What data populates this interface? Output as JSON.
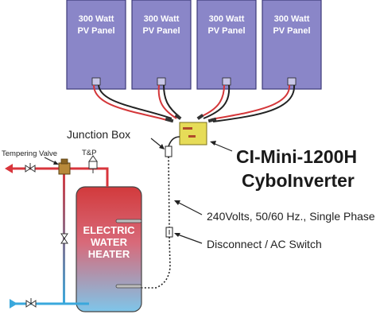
{
  "panels": [
    {
      "line1": "300 Watt",
      "line2": "PV Panel"
    },
    {
      "line1": "300 Watt",
      "line2": "PV Panel"
    },
    {
      "line1": "300 Watt",
      "line2": "PV Panel"
    },
    {
      "line1": "300 Watt",
      "line2": "PV Panel"
    }
  ],
  "labels": {
    "junction_box": "Junction Box",
    "model_line1": "CI-Mini-1200H",
    "model_line2": "CyboInverter",
    "voltage": "240Volts, 50/60 Hz., Single Phase",
    "disconnect": "Disconnect / AC Switch",
    "tempering_valve": "Tempering Valve",
    "tp_valve": "T&P",
    "heater_line1": "ELECTRIC",
    "heater_line2": "WATER",
    "heater_line3": "HEATER"
  },
  "colors": {
    "panel_fill": "#8a86c8",
    "panel_stroke": "#3c3a78",
    "hot_pipe": "#d8353c",
    "cold_pipe": "#3aa8dc",
    "tank_top": "#d23a3c",
    "tank_bottom": "#7ec6ea",
    "inverter": "#e6dc58",
    "cable_red": "#d4373a"
  }
}
